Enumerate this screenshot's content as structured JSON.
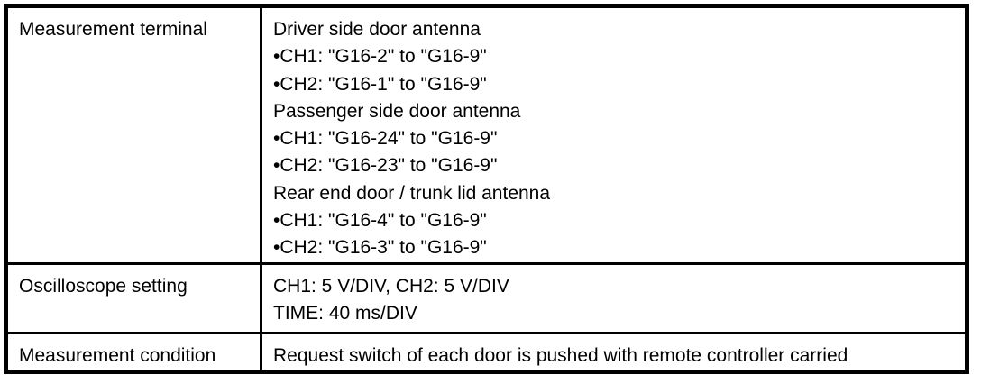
{
  "document": {
    "type": "table",
    "colors": {
      "border": "#000000",
      "text": "#000000",
      "background": "#ffffff"
    },
    "rows": [
      {
        "label": "Measurement terminal",
        "lines": [
          "Driver side door antenna",
          "•CH1: \"G16-2\" to \"G16-9\"",
          "•CH2: \"G16-1\" to \"G16-9\"",
          "Passenger side door antenna",
          "•CH1: \"G16-24\" to \"G16-9\"",
          "•CH2: \"G16-23\" to \"G16-9\"",
          "Rear end door / trunk lid antenna",
          "•CH1: \"G16-4\" to \"G16-9\"",
          "•CH2: \"G16-3\" to \"G16-9\""
        ]
      },
      {
        "label": "Oscilloscope setting",
        "lines": [
          "CH1: 5 V/DIV, CH2: 5 V/DIV",
          "TIME: 40 ms/DIV"
        ]
      },
      {
        "label": "Measurement condition",
        "lines": [
          "Request switch of each door is pushed with remote controller carried"
        ]
      }
    ]
  }
}
